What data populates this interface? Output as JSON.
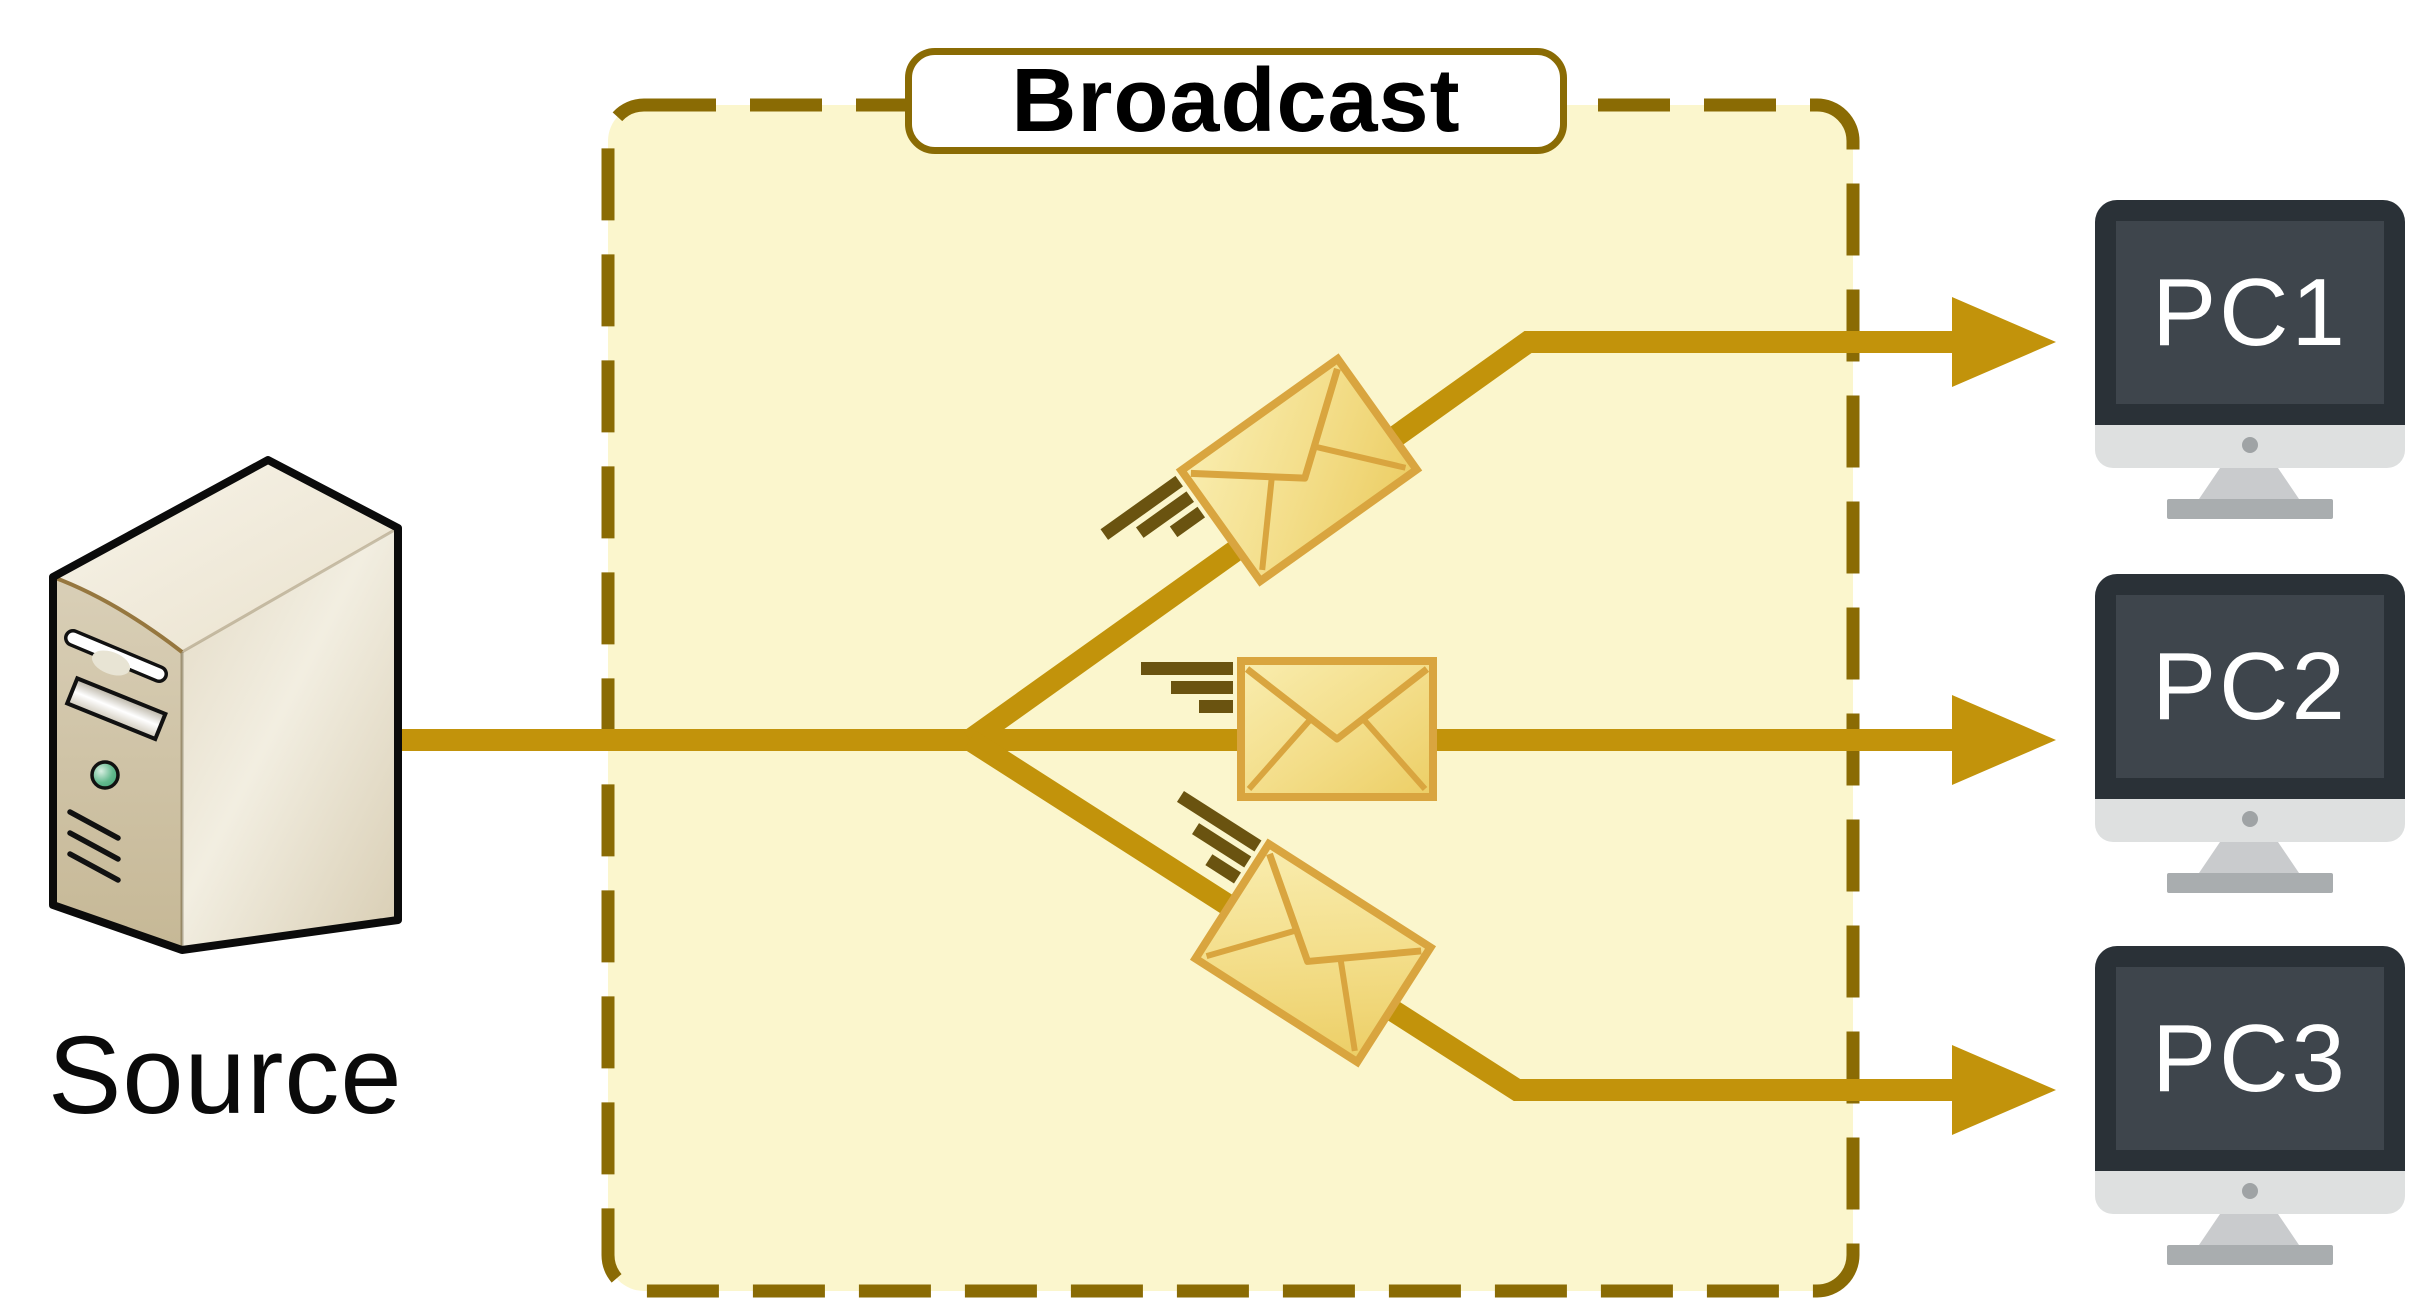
{
  "diagram": {
    "title": "Broadcast",
    "source": {
      "label": "Source",
      "icon": "server-tower-icon"
    },
    "receivers": [
      {
        "label": "PC1",
        "icon": "desktop-monitor-icon"
      },
      {
        "label": "PC2",
        "icon": "desktop-monitor-icon"
      },
      {
        "label": "PC3",
        "icon": "desktop-monitor-icon"
      }
    ],
    "edges": [
      {
        "from": "Source",
        "to": "PC1",
        "payload": "envelope-message"
      },
      {
        "from": "Source",
        "to": "PC2",
        "payload": "envelope-message"
      },
      {
        "from": "Source",
        "to": "PC3",
        "payload": "envelope-message"
      }
    ]
  },
  "colors": {
    "broadcast_zone_fill": "#fbf6cd",
    "broadcast_zone_border": "#8a6b04",
    "arrow": "#c2930b",
    "speed_lines": "#6a5310",
    "envelope_fill_light": "#f9edaf",
    "envelope_fill_dark": "#ecce65",
    "envelope_border": "#d9a53f",
    "monitor_bezel": "#2a3137",
    "monitor_screen": "#3e454c",
    "monitor_chin": "#dee0e0",
    "title_text": "#000000",
    "pc_text": "#ffffff"
  }
}
